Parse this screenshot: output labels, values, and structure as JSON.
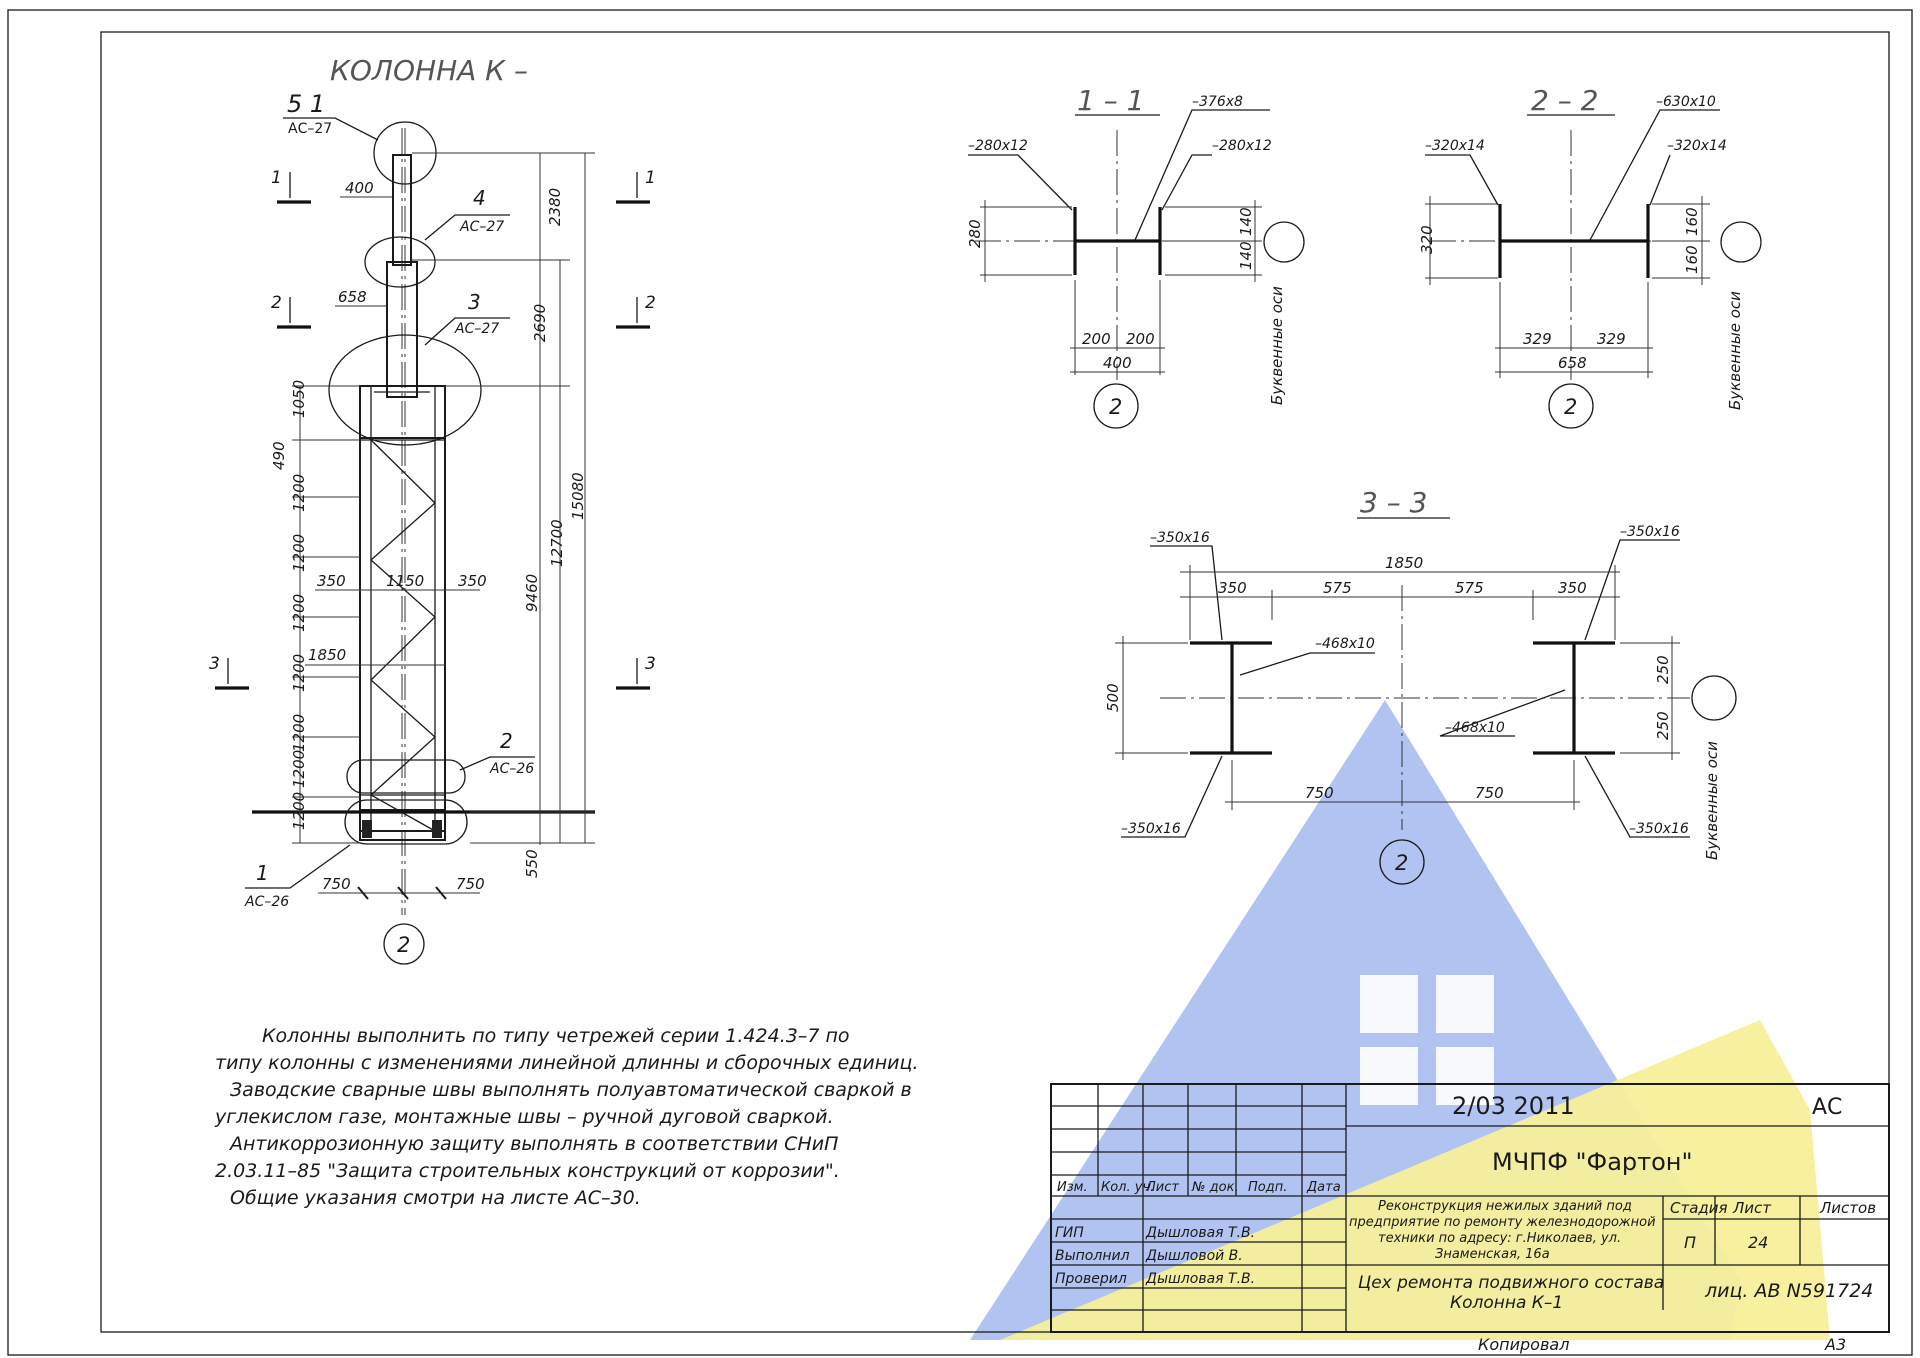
{
  "column_title": "КОЛОННА К –",
  "node_marks": [
    {
      "number": "5 1",
      "sheet": "АС–27"
    },
    {
      "number": "4",
      "sheet": "АС–27"
    },
    {
      "number": "3",
      "sheet": "АС–27"
    },
    {
      "number": "2",
      "sheet": "АС–26"
    },
    {
      "number": "1",
      "sheet": "АС–26"
    }
  ],
  "section_marks": [
    "1",
    "2",
    "3"
  ],
  "axis_label": "2",
  "column_dims": {
    "vertical_left": [
      "1050",
      "490",
      "1200",
      "1200",
      "1200",
      "1200",
      "1200",
      "1200",
      "1200"
    ],
    "vertical_right": [
      "2380",
      "2690",
      "15080",
      "12700",
      "9460",
      "550"
    ],
    "horizontal": [
      "400",
      "658",
      "350",
      "1150",
      "350",
      "1850",
      "750",
      "750"
    ]
  },
  "sections": {
    "s11": {
      "title": "1 – 1",
      "web": "–376х8",
      "flange_left": "–280х12",
      "flange_right": "–280х12",
      "height": "280",
      "half_top": "140",
      "half_bottom": "140",
      "left": "200",
      "right": "200",
      "total": "400",
      "axis_note": "Буквенные оси"
    },
    "s22": {
      "title": "2 – 2",
      "web": "–630х10",
      "flange_left": "–320х14",
      "flange_right": "–320х14",
      "height": "320",
      "half_top": "160",
      "half_bottom": "160",
      "left": "329",
      "right": "329",
      "total": "658",
      "axis_note": "Буквенные оси"
    },
    "s33": {
      "title": "3 – 3",
      "flange_tl": "–350х16",
      "flange_tr": "–350х16",
      "flange_bl": "–350х16",
      "flange_br": "–350х16",
      "web_left": "–468х10",
      "web_right": "–468х10",
      "total": "1850",
      "top_dims": [
        "350",
        "575",
        "575",
        "350"
      ],
      "bottom_dims": [
        "750",
        "750"
      ],
      "height": "500",
      "half_top": "250",
      "half_bottom": "250",
      "axis_note": "Буквенные оси"
    }
  },
  "notes": [
    "Колонны выполнить по типу четрежей серии 1.424.3–7 по",
    "типу колонны с изменениями линейной длинны и сборочных единиц.",
    "Заводские сварные швы выполнять полуавтоматической сваркой в",
    "углекислом газе, монтажные швы – ручной дуговой сваркой.",
    "Антикоррозионную защиту выполнять в соответствии СНиП",
    "2.03.11–85 \"Защита строительных конструкций от коррозии\".",
    "Общие указания смотри на листе АС–30."
  ],
  "title_block": {
    "date": "2/03 2011",
    "code": "АС",
    "company": "МЧПФ \"Фартон\"",
    "project": [
      "Реконструкция нежилых зданий под",
      "предприятие по ремонту железнодорожной",
      "техники по адресу: г.Николаев, ул.",
      "Знаменская, 16а"
    ],
    "drawing": [
      "Цех ремонта подвижного состава",
      "Колонна К–1"
    ],
    "columns_header": [
      "Изм.",
      "Кол. уч.",
      "Лист",
      "№ док.",
      "Подп.",
      "Дата"
    ],
    "stage_header": [
      "Стадия",
      "Лист",
      "Листов"
    ],
    "stage": "П",
    "sheet": "24",
    "sheets": "",
    "roles": [
      {
        "role": "ГИП",
        "name": "Дышловая Т.В."
      },
      {
        "role": "Выполнил",
        "name": "Дышловой В."
      },
      {
        "role": "Проверил",
        "name": "Дышловая Т.В."
      }
    ],
    "license": "лиц. АВ N591724",
    "copied": "Копировал",
    "format": "А3"
  },
  "watermark_colors": {
    "blue": "#a9bdf0",
    "yellow": "#f6ef9a"
  }
}
